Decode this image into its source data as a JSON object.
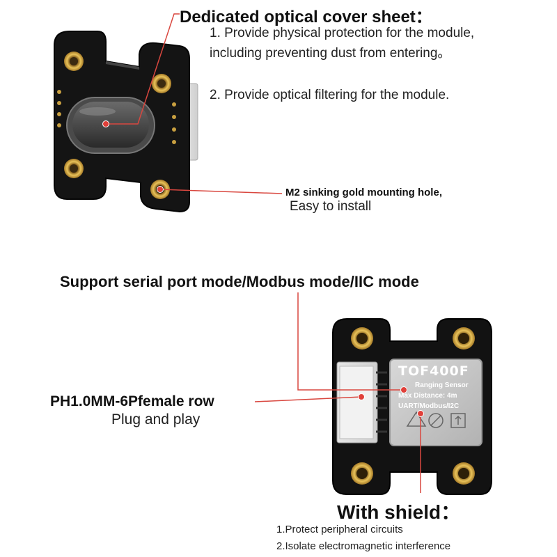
{
  "top_feature": {
    "title": "Dedicated optical cover sheet：",
    "items": [
      "1. Provide physical protection for the module, including preventing dust from entering。",
      "2. Provide optical filtering for the module."
    ]
  },
  "mount_feature": {
    "title": "M2 sinking gold mounting hole,",
    "subtitle": "Easy to install"
  },
  "mode_feature": {
    "title": "Support serial port mode/Modbus mode/IIC mode"
  },
  "connector_feature": {
    "title": "PH1.0MM-6Pfemale row",
    "subtitle": "Plug and play"
  },
  "shield_label": {
    "model": "TOF400F",
    "line1": "Ranging Sensor",
    "line2": "Max Distance: 4m",
    "line3": "UART/Modbus/I2C"
  },
  "shield_feature": {
    "title": "With shield：",
    "items": [
      "1.Protect peripheral circuits",
      "2.Isolate electromagnetic interference"
    ]
  },
  "colors": {
    "pcb": "#111111",
    "gold": "#c9a040",
    "leader": "#d9473f",
    "shield": "#c8c8c8"
  }
}
